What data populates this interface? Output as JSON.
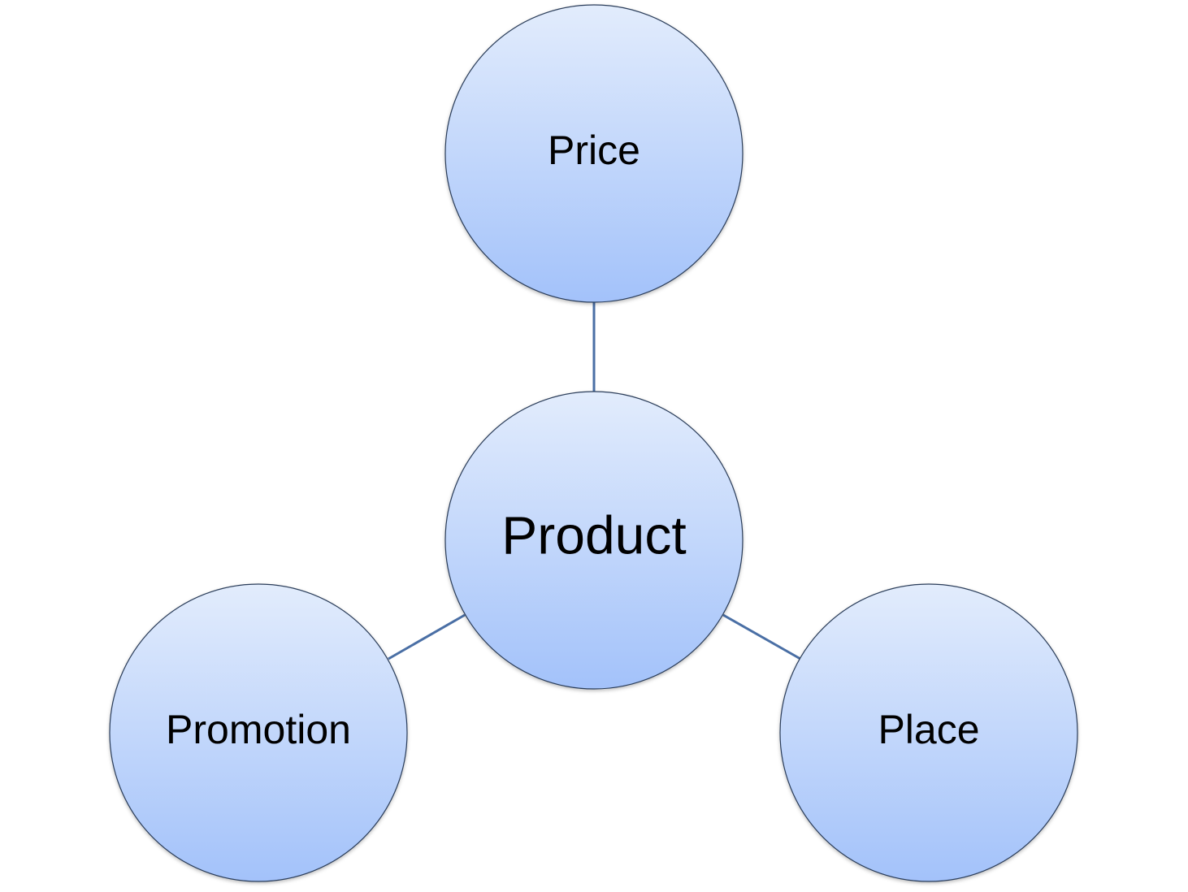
{
  "diagram": {
    "center": {
      "label": "Product"
    },
    "nodes": [
      {
        "label": "Price"
      },
      {
        "label": "Promotion"
      },
      {
        "label": "Place"
      }
    ]
  },
  "colors": {
    "circle_top": "#e2ecfc",
    "circle_bottom": "#a3c2fa",
    "circle_stroke": "#2c3e5a",
    "connector": "#4a6fa5"
  }
}
